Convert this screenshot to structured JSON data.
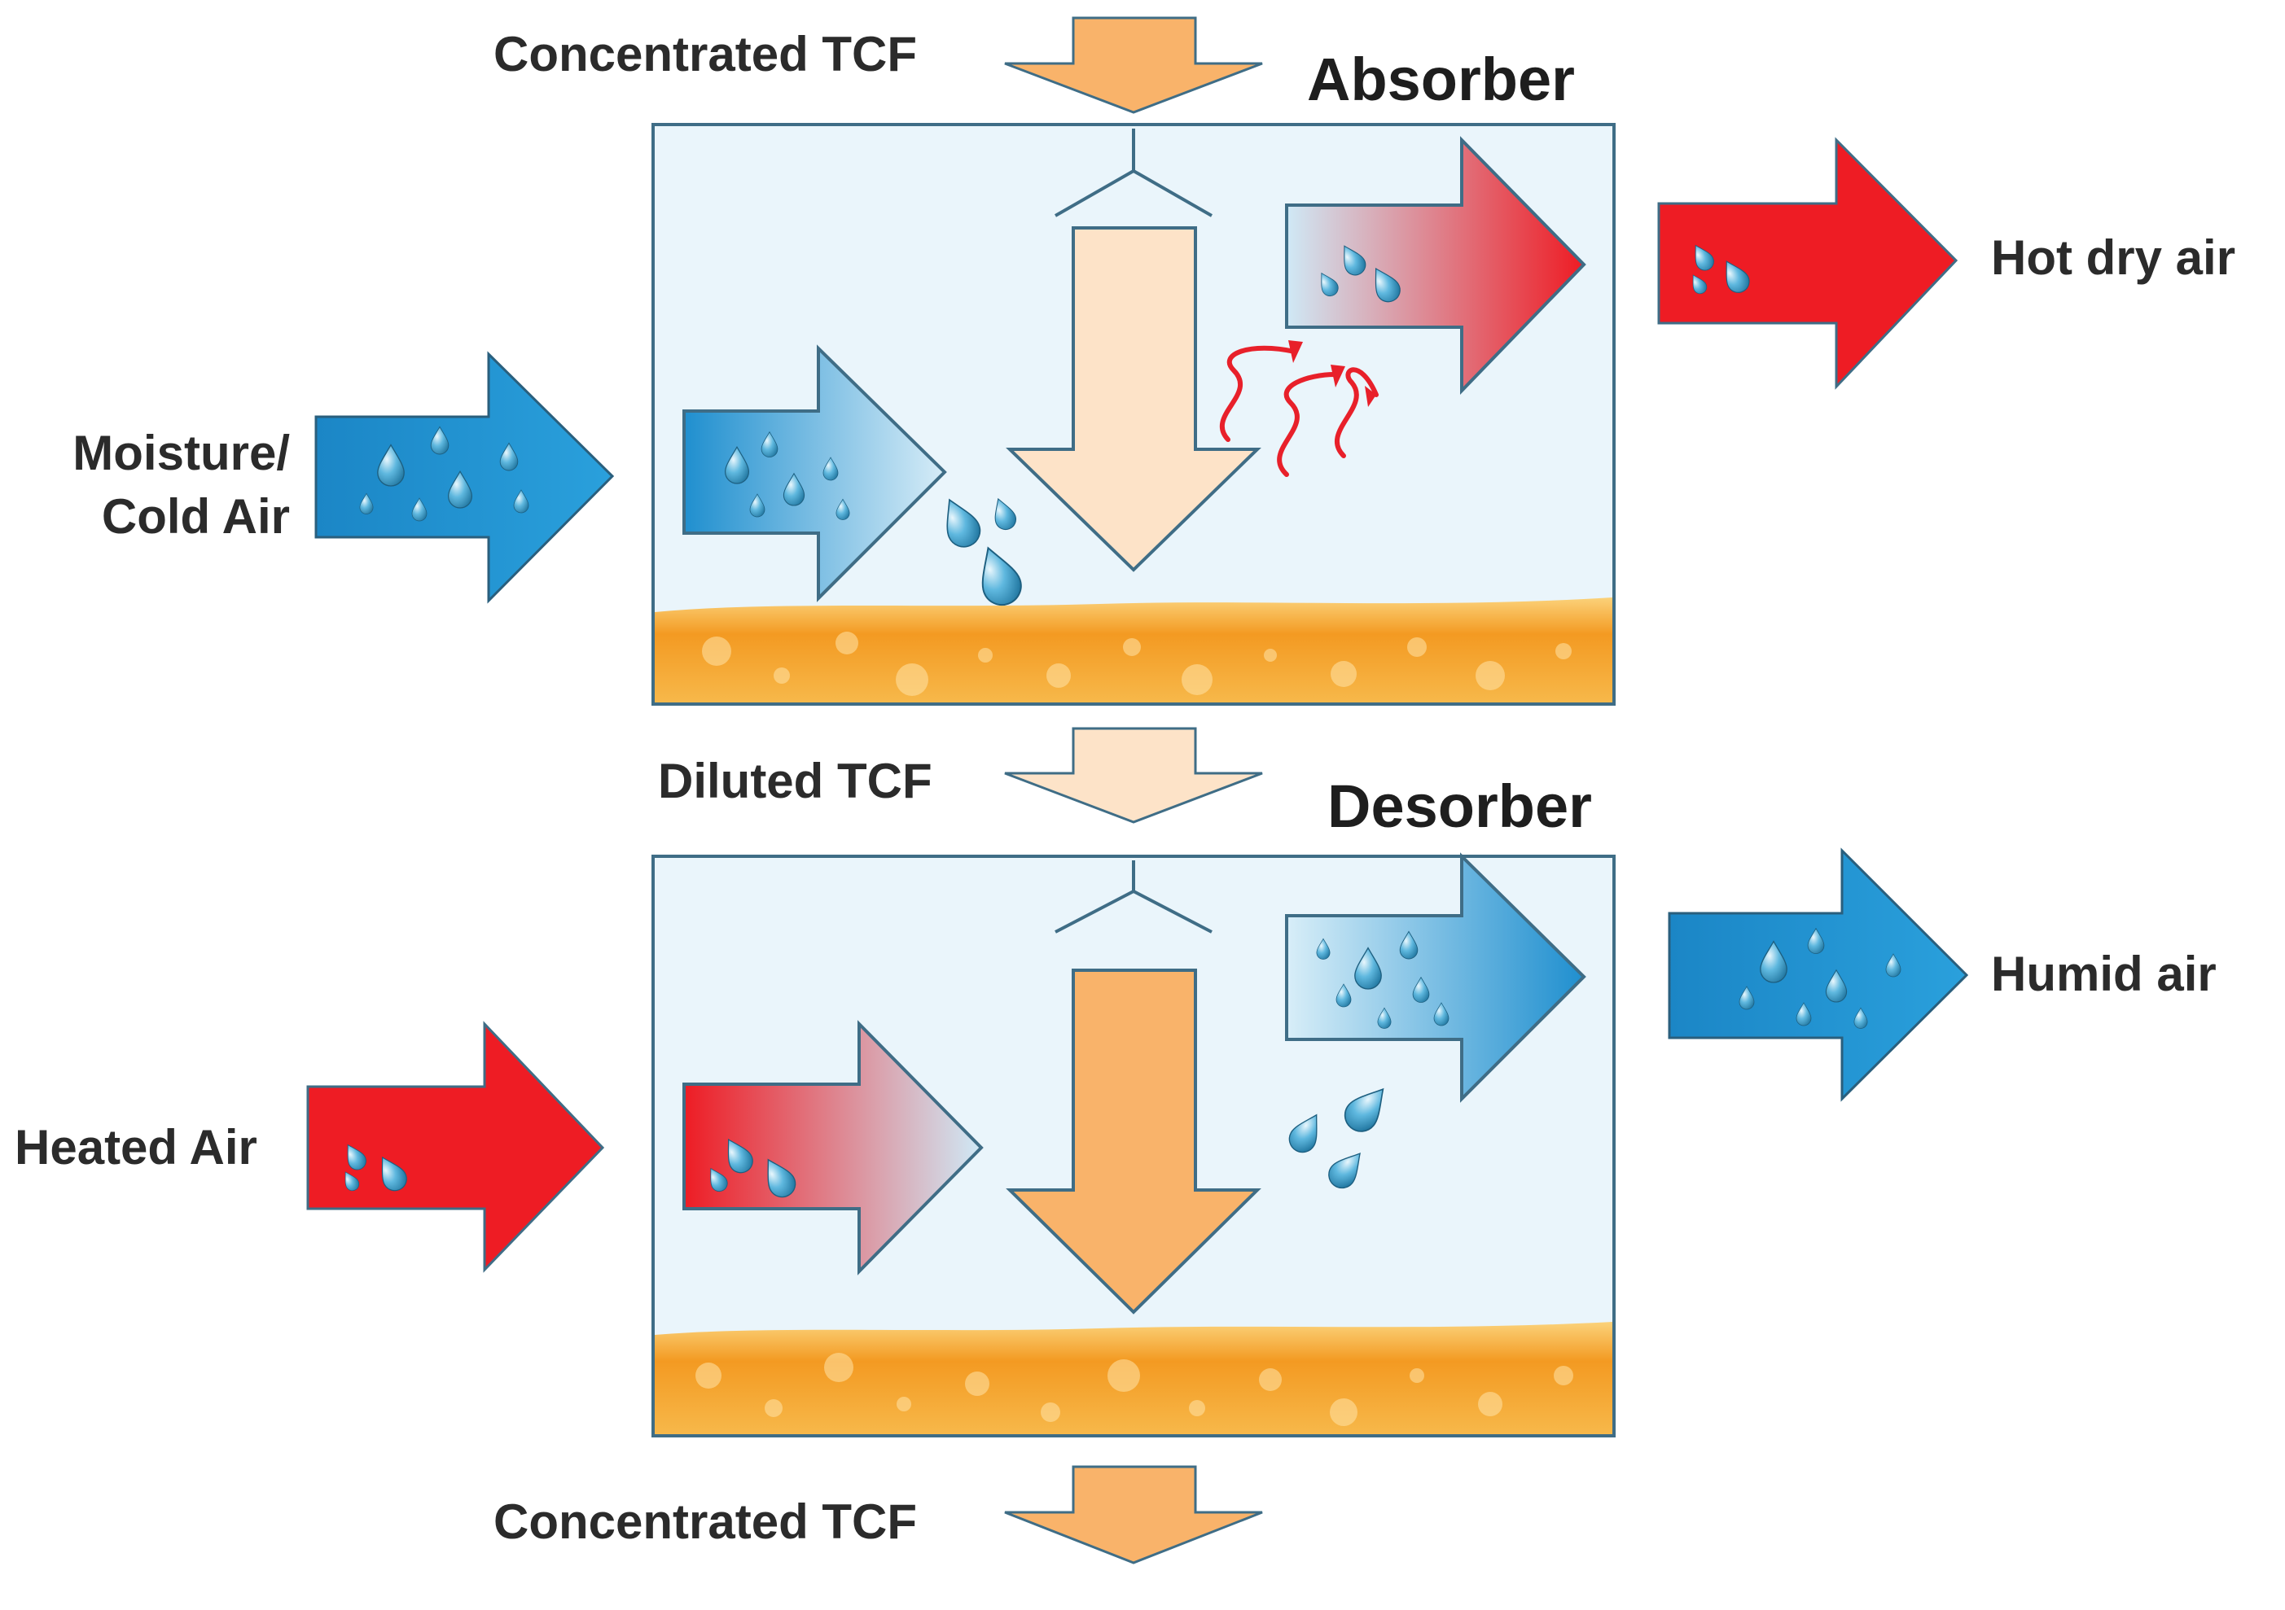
{
  "labels": {
    "absorber_title": "Absorber",
    "desorber_title": "Desorber",
    "concentrated_tcf_in": "Concentrated TCF",
    "diluted_tcf": "Diluted TCF",
    "concentrated_tcf_out": "Concentrated TCF",
    "moisture_line1": "Moisture/",
    "moisture_line2": "Cold Air",
    "hot_dry_air": "Hot dry air",
    "heated_air": "Heated Air",
    "humid_air": "Humid air"
  },
  "colors": {
    "chamber_fill": "#eaf5fb",
    "chamber_border": "#3f6d86",
    "cold_air_blue": "#1f8fcf",
    "hot_air_red": "#ee1c24",
    "concentrated_tcf_orange": "#f9b36a",
    "diluted_tcf_peach": "#fde3c8",
    "liquid_orange": "#f39a22",
    "water_drop": "#4aa8d2",
    "heat_wave_red": "#e8202a"
  }
}
